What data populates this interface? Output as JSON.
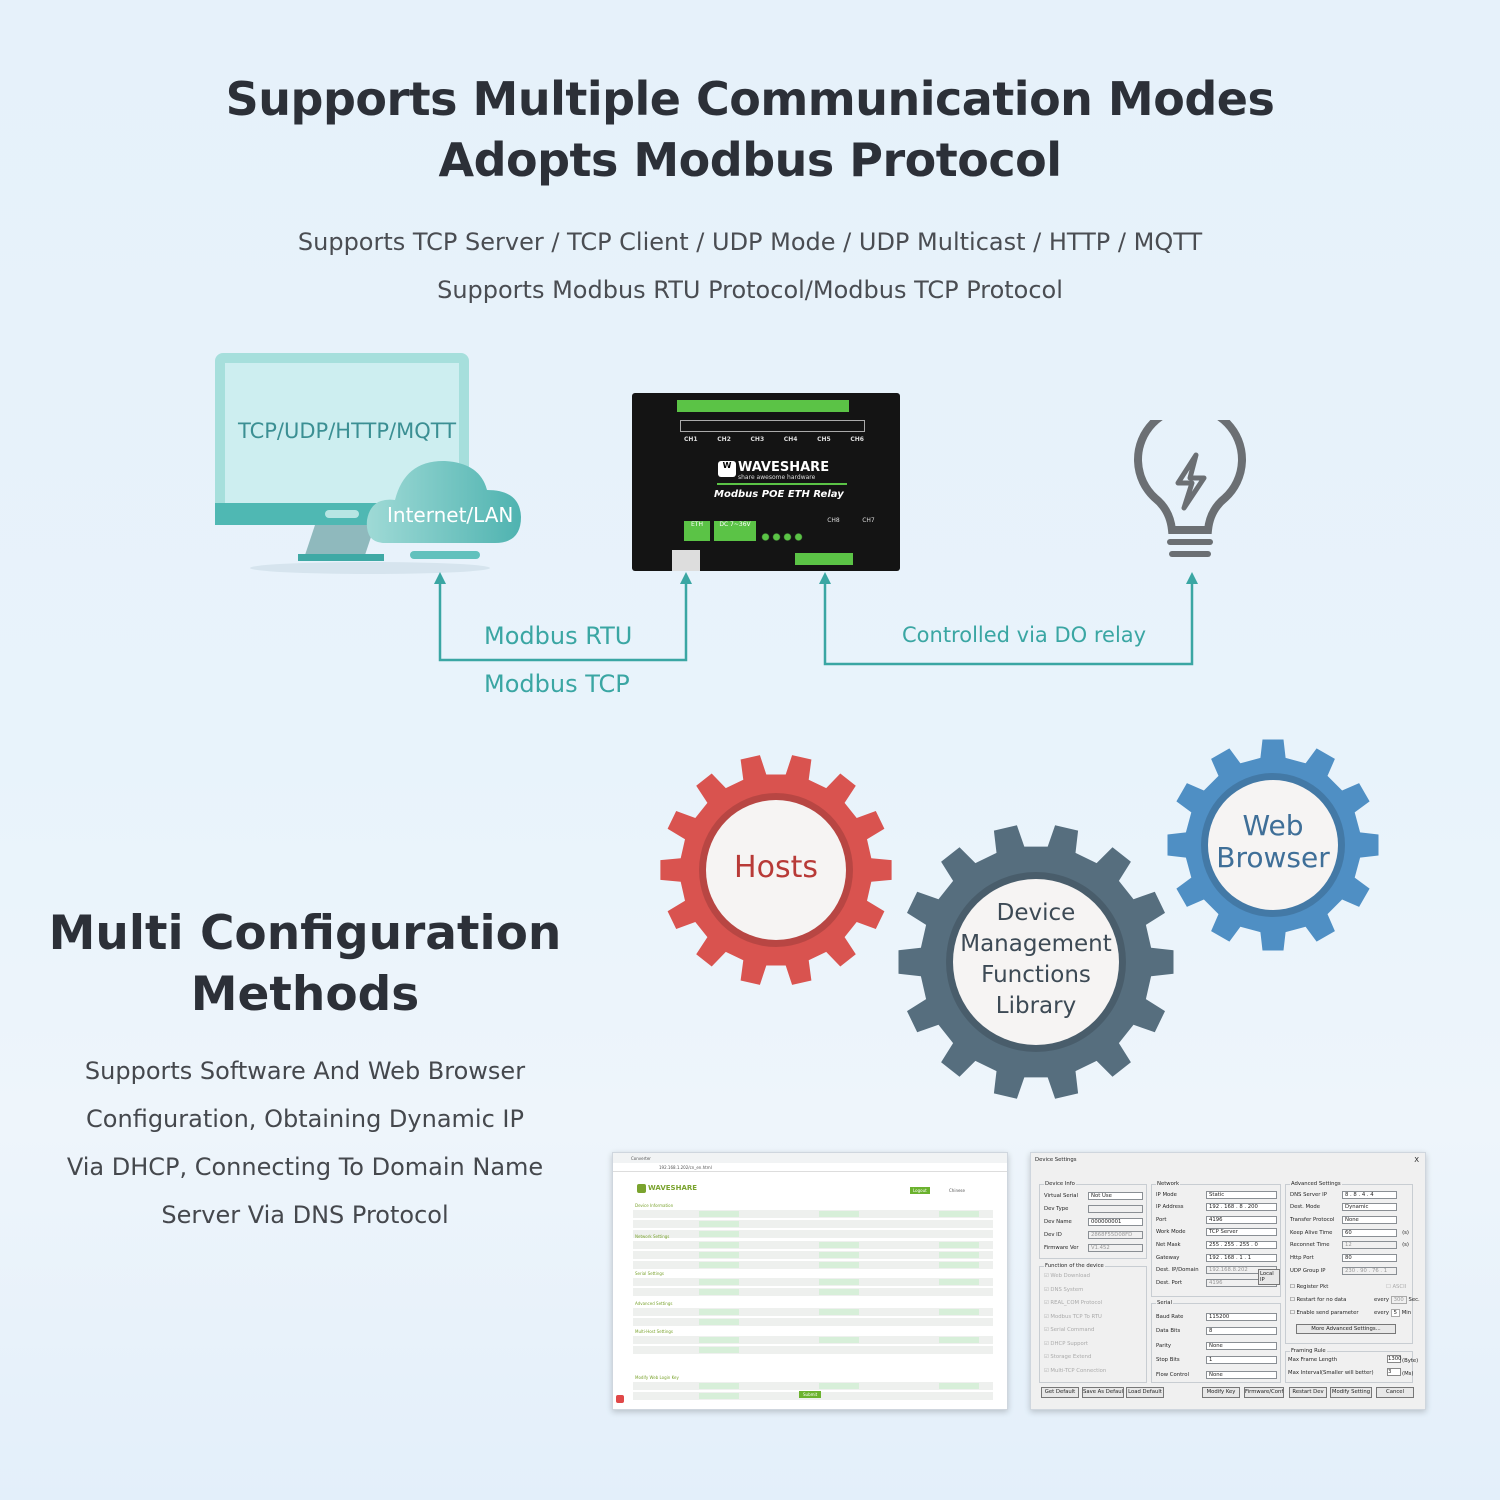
{
  "header": {
    "title_line1": "Supports Multiple Communication Modes",
    "title_line2": "Adopts Modbus Protocol",
    "subtitle_line1": "Supports TCP Server / TCP Client / UDP Mode / UDP Multicast / HTTP / MQTT",
    "subtitle_line2": "Supports Modbus RTU Protocol/Modbus TCP Protocol"
  },
  "diagram": {
    "monitor_text": "TCP/UDP/HTTP/MQTT",
    "cloud_text": "Internet/LAN",
    "link_label_1": "Modbus RTU",
    "link_label_2": "Modbus TCP",
    "relay_label": "Controlled via DO relay",
    "device": {
      "brand": "WAVESHARE",
      "tagline": "share awesome hardware",
      "model": "Modbus POE ETH Relay",
      "channels_top": [
        "CH1",
        "CH2",
        "CH3",
        "CH4",
        "CH5",
        "CH6"
      ],
      "channels_bottom": [
        "CH8",
        "CH7"
      ],
      "eth_label": "ETH",
      "power_label": "DC 7~36V"
    },
    "colors": {
      "teal": "#3aa6a3",
      "monitor": "#5cc2bd",
      "bulb": "#6b6f73"
    },
    "icons": [
      "monitor-icon",
      "cloud-icon",
      "lightbulb-icon",
      "lightning-icon"
    ]
  },
  "config": {
    "title_line1": "Multi Configuration",
    "title_line2": "Methods",
    "desc": [
      "Supports Software And Web Browser",
      "Configuration, Obtaining Dynamic IP",
      "Via DHCP, Connecting To Domain Name",
      "Server Via DNS Protocol"
    ],
    "gears": [
      {
        "label": [
          "Hosts"
        ],
        "color": "#d9534f"
      },
      {
        "label": [
          "Device",
          "Management",
          "Functions",
          "Library"
        ],
        "color": "#566e7e"
      },
      {
        "label": [
          "Web",
          "Browser"
        ],
        "color": "#4f8fc4"
      }
    ]
  },
  "browser": {
    "tab": "Converter",
    "url": "192.168.1.202/cn_en.html",
    "logo": "WAVESHARE",
    "logout": "Logout",
    "language": "Chinese",
    "sections": [
      "Device Information",
      "Network Settings",
      "Serial Settings",
      "Advanced Settings",
      "Multi-Host Settings",
      "Modify Web Login Key"
    ],
    "submit": "Submit"
  },
  "dialog": {
    "title": "Device Settings",
    "close": "X",
    "device_info": {
      "title": "Device Info",
      "rows": [
        [
          "Virtual Serial",
          "Not Use"
        ],
        [
          "Dev Type",
          ""
        ],
        [
          "Dev Name",
          "000000001"
        ],
        [
          "Dev ID",
          "2868F55D08FD"
        ],
        [
          "Firmware Ver",
          "V1.452"
        ]
      ]
    },
    "functions": {
      "title": "Function of the device",
      "items": [
        "Web Download",
        "DNS System",
        "REAL_COM Protocol",
        "Modbus TCP To RTU",
        "Serial Command",
        "DHCP Support",
        "Storage Extend",
        "Multi-TCP Connection"
      ]
    },
    "network": {
      "title": "Network",
      "rows": [
        [
          "IP Mode",
          "Static"
        ],
        [
          "IP Address",
          "192 . 168 . 8 . 200"
        ],
        [
          "Port",
          "4196"
        ],
        [
          "Work Mode",
          "TCP Server"
        ],
        [
          "Net Mask",
          "255 . 255 . 255 . 0"
        ],
        [
          "Gateway",
          "192 . 168 . 1 . 1"
        ],
        [
          "Dest. IP/Domain",
          "192.168.8.202"
        ],
        [
          "Dest. Port",
          "4196"
        ]
      ],
      "local_ip": "Local IP"
    },
    "serial": {
      "title": "Serial",
      "rows": [
        [
          "Baud Rate",
          "115200"
        ],
        [
          "Data Bits",
          "8"
        ],
        [
          "Parity",
          "None"
        ],
        [
          "Stop Bits",
          "1"
        ],
        [
          "Flow Control",
          "None"
        ]
      ]
    },
    "advanced": {
      "title": "Advanced Settings",
      "rows": [
        [
          "DNS Server IP",
          "8 . 8 . 4 . 4",
          ""
        ],
        [
          "Dest. Mode",
          "Dynamic",
          ""
        ],
        [
          "Transfer Protocol",
          "None",
          ""
        ],
        [
          "Keep Alive Time",
          "60",
          "(s)"
        ],
        [
          "Reconnet Time",
          "12",
          "(s)"
        ],
        [
          "Http Port",
          "80",
          ""
        ],
        [
          "UDP Group IP",
          "230 . 90 . 76 . 1",
          ""
        ]
      ],
      "register_pkt": "Register Pkt",
      "ascii": "ASCII",
      "restart": "Restart for no data",
      "restart_every": "every",
      "restart_val": "300",
      "restart_unit": "Sec.",
      "enable_send": "Enable send parameter",
      "send_every": "every",
      "send_val": "5",
      "send_unit": "Min",
      "more": "More Advanced Settings..."
    },
    "framing": {
      "title": "Framing Rule",
      "max_len_label": "Max Frame Length",
      "max_len": "1300",
      "max_len_unit": "(Byte)",
      "max_int_label": "Max Interval(Smaller will better)",
      "max_int": "3",
      "max_int_unit": "(Ms)"
    },
    "buttons": [
      "Get Default",
      "Save As Default",
      "Load Default",
      "Modify Key",
      "Firmware/Config",
      "Restart Dev",
      "Modify Setting",
      "Cancel"
    ]
  }
}
